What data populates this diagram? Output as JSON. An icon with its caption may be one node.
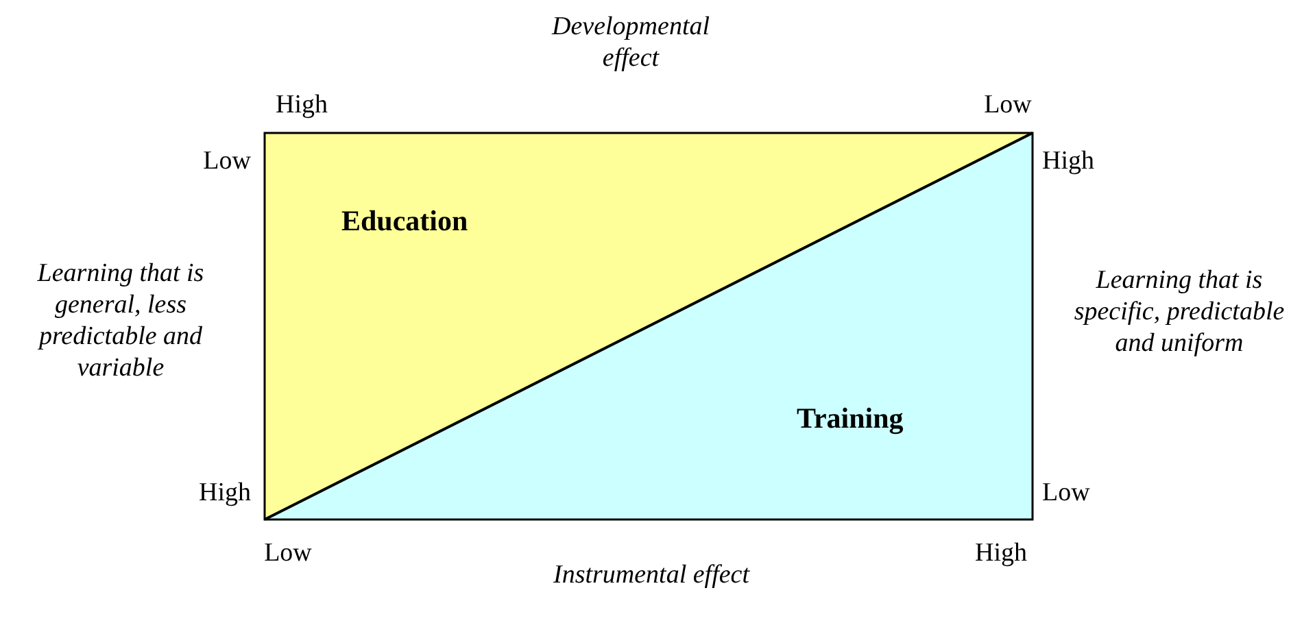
{
  "diagram": {
    "nodes": [
      {
        "text": [
          "Education"
        ]
      },
      {
        "text": [
          "Training"
        ]
      }
    ],
    "labels": [
      "Developmental effect",
      "High",
      "Low",
      "Low",
      "High",
      "Learning that is general, less predictable and variable",
      "Learning that is specific, predictable and uniform",
      "High",
      "Low",
      "Low",
      "High",
      "Instrumental effect"
    ]
  }
}
